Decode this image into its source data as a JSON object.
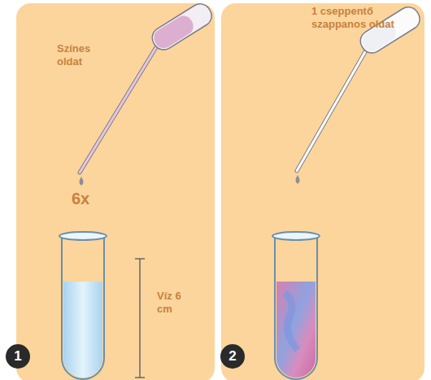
{
  "diagram": {
    "labels": [
      "Színes oldat",
      "6x",
      "Víz 6 cm",
      "1 cseppentő szappanos oldat",
      "1",
      "2"
    ]
  }
}
